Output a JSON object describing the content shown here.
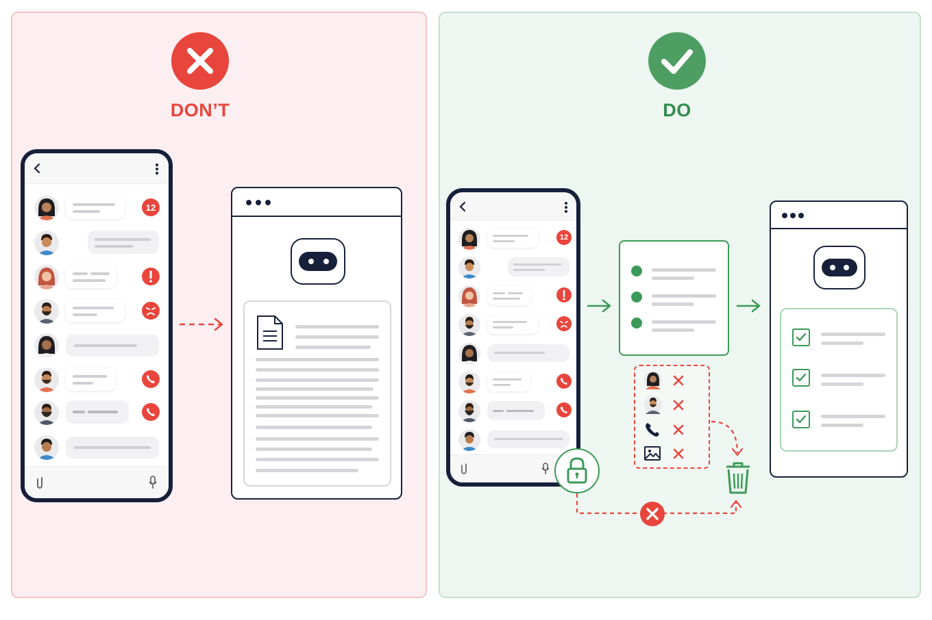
{
  "dont": {
    "label": "DON’T",
    "unread_count": "12"
  },
  "do": {
    "label": "DO",
    "unread_count": "12"
  },
  "icons": {
    "dont_mark": "x-circle-icon",
    "do_mark": "check-circle-icon",
    "robot": "robot-icon",
    "document": "document-icon",
    "lock": "lock-icon",
    "trash": "trash-icon",
    "person": "person-icon",
    "phone": "phone-icon",
    "image": "image-icon",
    "attach": "paperclip-icon",
    "mic": "microphone-icon"
  },
  "colors": {
    "red": "#e8453c",
    "green": "#3a9a57",
    "navy": "#17203a",
    "dont_bg": "#fdeff1",
    "do_bg": "#eef6f1"
  }
}
